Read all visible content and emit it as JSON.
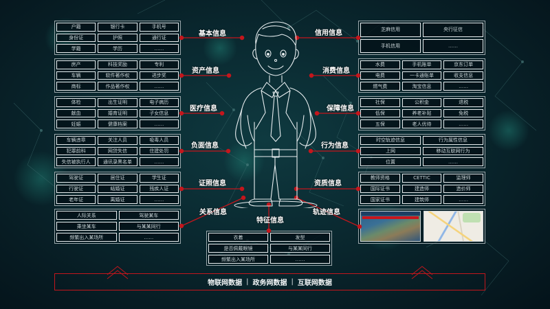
{
  "colors": {
    "background": "#0a2a31",
    "accent_red": "#c4161c",
    "panel_border": "#9aa7ab",
    "cell_border": "#e9eef0",
    "text": "#ffffff"
  },
  "figure": {
    "icon": "person-outline-icon"
  },
  "left_panels": [
    {
      "label": "基本信息",
      "cells": [
        "户籍",
        "银行卡",
        "手机号",
        "身份证",
        "护照",
        "通行证",
        "学籍",
        "学历",
        "……"
      ]
    },
    {
      "label": "资产信息",
      "cells": [
        "房产",
        "科技奖励",
        "专利",
        "车辆",
        "软件著作权",
        "进步奖",
        "商标",
        "作品著作权",
        "……"
      ]
    },
    {
      "label": "医疗信息",
      "cells": [
        "体检",
        "出生证明",
        "电子病历",
        "献血",
        "婚育证明",
        "子女信息",
        "妊娠",
        "健康档案",
        "……"
      ]
    },
    {
      "label": "负面信息",
      "cells": [
        "车辆违章",
        "关注人员",
        "吸毒人员",
        "犯罪前科",
        "网贷失信",
        "住建处罚",
        "失信被执行人",
        "通讯录黑名单",
        "……"
      ]
    },
    {
      "label": "证照信息",
      "cells": [
        "驾驶证",
        "居住证",
        "学生证",
        "行驶证",
        "结婚证",
        "残疾人证",
        "老年证",
        "离婚证",
        "……"
      ]
    },
    {
      "label": "关系信息",
      "cells": [
        "人际关系",
        "驾驶某车",
        "乘坐某车",
        "与某某同行",
        "频繁出入某场所",
        "……"
      ]
    }
  ],
  "right_panels": [
    {
      "label": "信用信息",
      "cells": [
        "芝麻信用",
        "央行征信",
        "手机信用",
        "……"
      ]
    },
    {
      "label": "消费信息",
      "cells": [
        "水费",
        "手机账单",
        "京东订单",
        "电费",
        "一卡通账单",
        "收支信息",
        "燃气费",
        "淘宝信息",
        "……"
      ]
    },
    {
      "label": "保障信息",
      "cells": [
        "社保",
        "公积金",
        "退税",
        "低保",
        "养老补贴",
        "免税",
        "五保",
        "老人优待",
        "……"
      ]
    },
    {
      "label": "行为信息",
      "cells": [
        "时空轨迹信息",
        "行为属性信息",
        "上网",
        "移动互联网行为",
        "位置",
        "……"
      ]
    },
    {
      "label": "资质信息",
      "cells": [
        "教师资格",
        "CETTIC",
        "监理师",
        "国际证书",
        "建造师",
        "造价师",
        "国家证书",
        "建筑师",
        "……"
      ]
    },
    {
      "label": "轨迹信息",
      "thumbnails": [
        "trajectory-map-screenshot",
        "street-map-screenshot"
      ]
    }
  ],
  "bottom_panel": {
    "label": "特征信息",
    "cells": [
      "衣着",
      "发型",
      "是否佩戴眼镜",
      "与某某同行",
      "频繁出入某场所",
      "……"
    ]
  },
  "footer": {
    "sources": [
      "物联网数据",
      "政务网数据",
      "互联网数据"
    ],
    "separator": "|",
    "icon": "chevron-up-icon"
  }
}
